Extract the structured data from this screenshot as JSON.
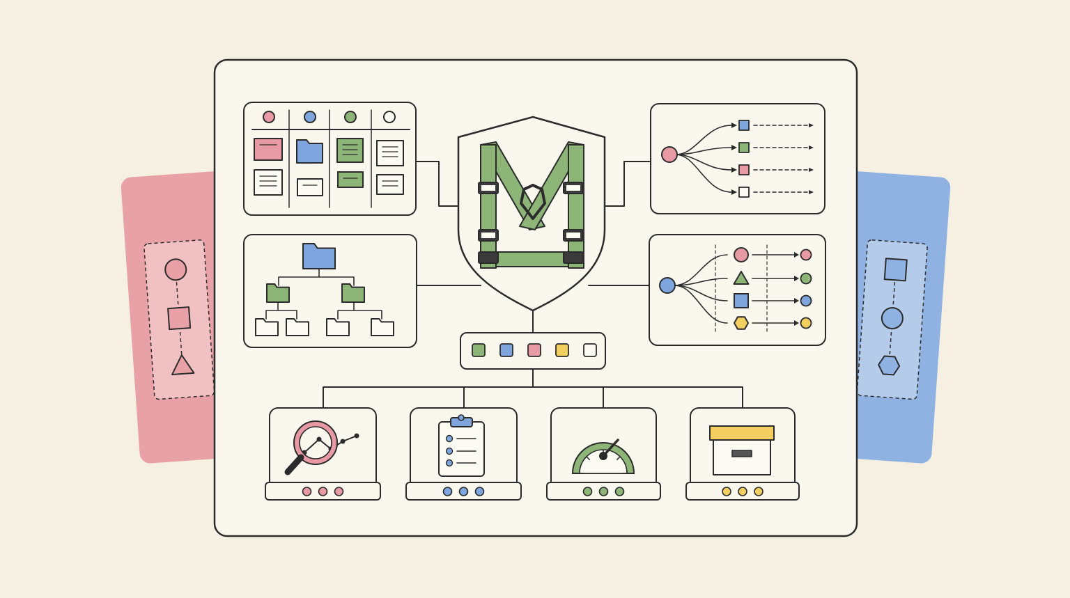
{
  "colors": {
    "background": "#f6f0e2",
    "board": "#f9f7ee",
    "ink": "#2b2b2b",
    "red": "#e79aa3",
    "red_light": "#f3c3c6",
    "blue": "#7ea5dd",
    "blue_light": "#b6cdeb",
    "green": "#8db578",
    "green_dark": "#5f8d52",
    "yellow": "#f2cf5e",
    "white": "#fbfaf3"
  },
  "icons": {
    "center": "safety-harness-shield-icon",
    "kanban": "kanban-board-icon",
    "folders": "folder-tree-icon",
    "branch_top": "branching-workflow-icon",
    "branch_bottom": "shape-routing-workflow-icon",
    "palette": "color-palette-icon",
    "modules": [
      "magnifier-chart-icon",
      "clipboard-checklist-icon",
      "speedometer-gauge-icon",
      "archive-box-icon"
    ]
  },
  "palette_swatches": [
    "green",
    "blue",
    "red",
    "yellow",
    "white"
  ],
  "kanban_column_colors": [
    "red",
    "blue",
    "green",
    "white"
  ],
  "branch_top_outputs": [
    "blue",
    "green",
    "red",
    "white"
  ],
  "branch_bottom_shapes": [
    {
      "shape": "circle",
      "color": "red"
    },
    {
      "shape": "triangle",
      "color": "green"
    },
    {
      "shape": "square",
      "color": "blue"
    },
    {
      "shape": "hexagon",
      "color": "yellow"
    }
  ],
  "module_dot_colors": [
    "red",
    "blue",
    "green",
    "yellow"
  ],
  "left_side_card": {
    "color": "red",
    "shapes": [
      "circle",
      "square",
      "triangle"
    ]
  },
  "right_side_card": {
    "color": "blue",
    "shapes": [
      "square",
      "circle",
      "hexagon"
    ]
  }
}
